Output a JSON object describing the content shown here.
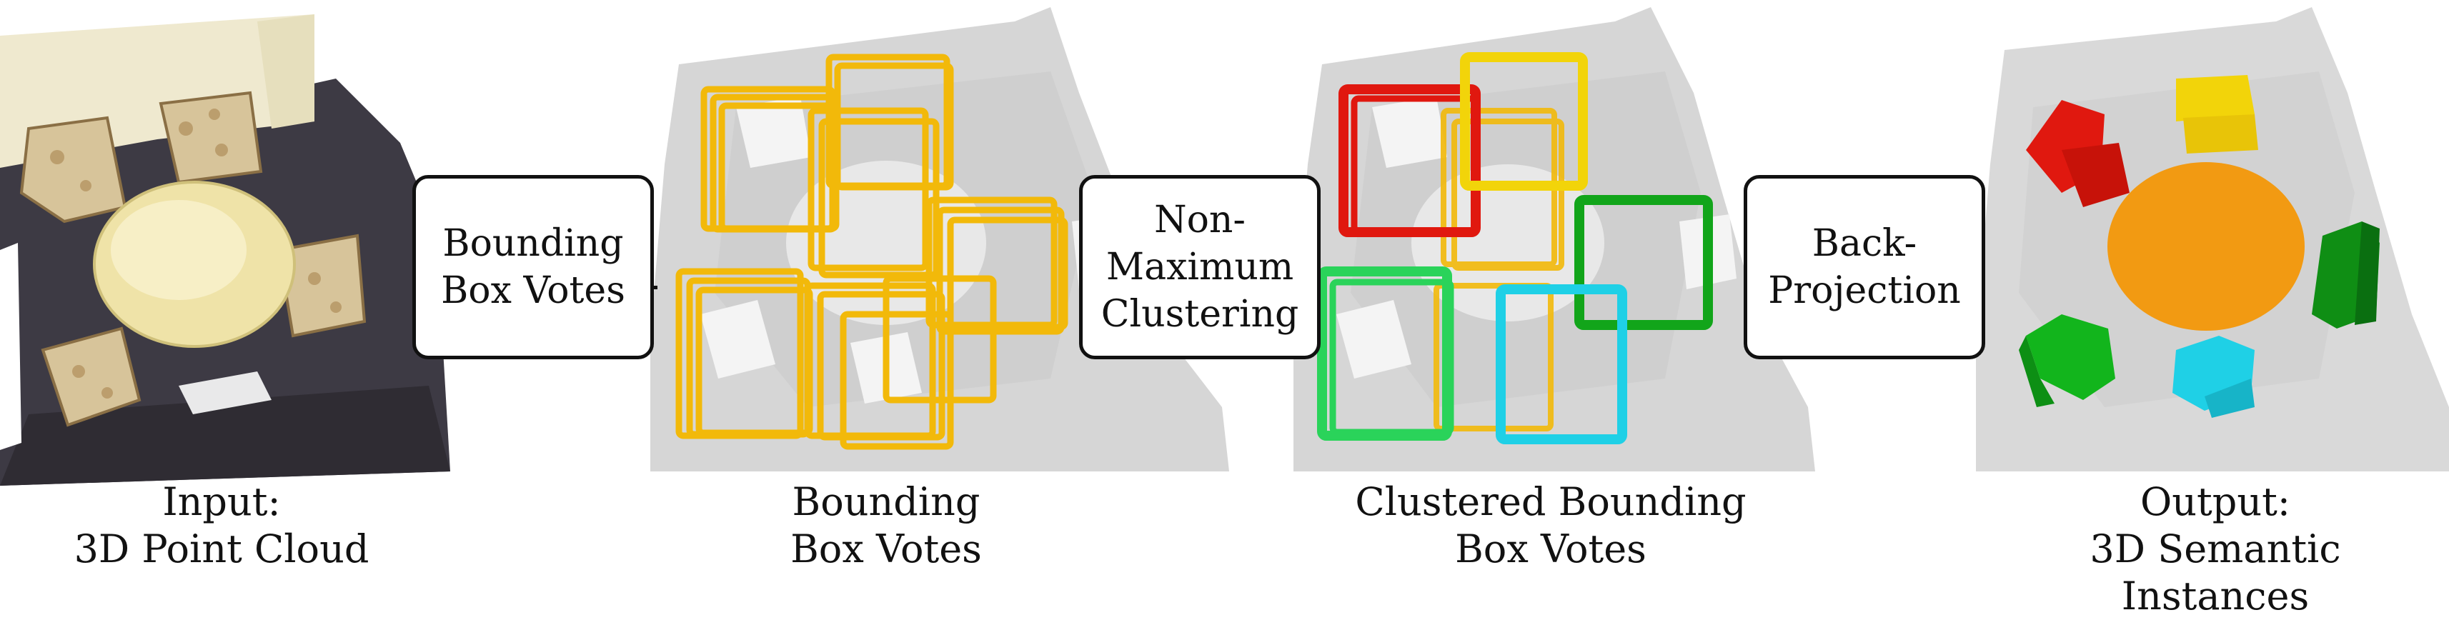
{
  "steps": [
    {
      "lines": [
        "Bounding",
        "Box Votes"
      ]
    },
    {
      "lines": [
        "Non-",
        "Maximum",
        "Clustering"
      ]
    },
    {
      "lines": [
        "Back-",
        "Projection"
      ]
    }
  ],
  "captions": [
    {
      "lines": [
        "Input:",
        "3D Point Cloud"
      ]
    },
    {
      "lines": [
        "Bounding",
        "Box Votes"
      ]
    },
    {
      "lines": [
        "Clustered Bounding",
        "Box Votes"
      ]
    },
    {
      "lines": [
        "Output:",
        "3D Semantic Instances"
      ]
    }
  ],
  "colors": {
    "vote_box": "#f2b90a",
    "cluster_red": "#e0180f",
    "cluster_yellow": "#f2d40a",
    "cluster_green": "#12a51a",
    "cluster_lightgreen": "#2ad35a",
    "cluster_cyan": "#1fd0e6",
    "instance_table": "#f29a12",
    "scene_gray": "#d9d9d9",
    "floor_dark": "#3d3a44"
  }
}
